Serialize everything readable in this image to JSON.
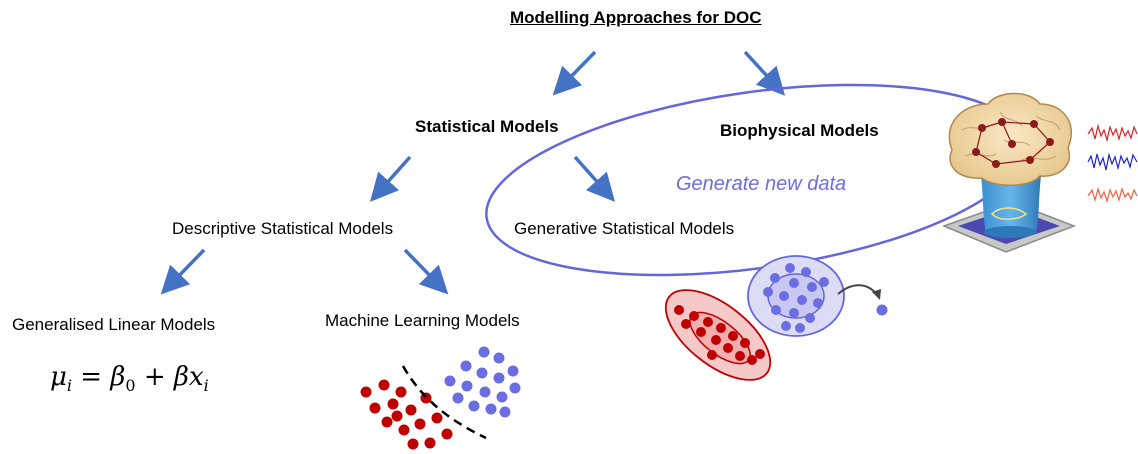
{
  "diagram": {
    "title": "Modelling Approaches for DOC",
    "statistical_models": "Statistical Models",
    "biophysical_models": "Biophysical Models",
    "descriptive_models": "Descriptive Statistical Models",
    "generative_models": "Generative Statistical Models",
    "glm": "Generalised Linear Models",
    "ml_models": "Machine Learning Models",
    "generate_new_data": "Generate new data",
    "formula": {
      "lhs": "μ",
      "lhs_sub": "i",
      "eq": " = ",
      "beta0": "β",
      "beta0_sub": "0",
      "plus": " + ",
      "beta": "β",
      "x": "x",
      "x_sub": "i"
    }
  },
  "colors": {
    "arrow": "#4472c4",
    "ellipse": "#6268dc",
    "red_cluster": "#c00000",
    "blue_cluster": "#6a6ee0",
    "signal_red": "#e02020",
    "signal_blue": "#2020d0",
    "signal_orange": "#f06040"
  },
  "icons": [
    "brain-model-icon",
    "eeg-signal-icon"
  ]
}
